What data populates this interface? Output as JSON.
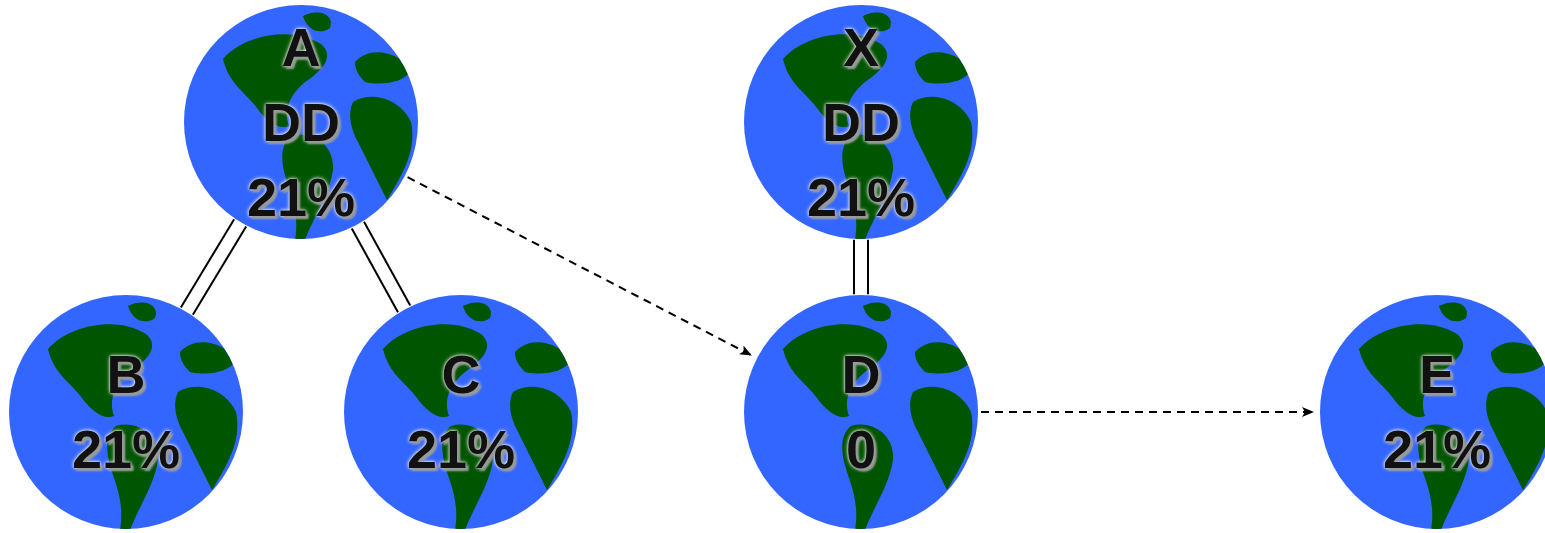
{
  "diagram": {
    "nodes": [
      {
        "text": [
          "A",
          "DD",
          "21%"
        ]
      },
      {
        "text": [
          "X",
          "DD",
          "21%"
        ]
      },
      {
        "text": [
          "B",
          "21%"
        ]
      },
      {
        "text": [
          "C",
          "21%"
        ]
      },
      {
        "text": [
          "D",
          "0"
        ]
      },
      {
        "text": [
          "E",
          "21%"
        ]
      }
    ],
    "edges": [
      {
        "from": 0,
        "to": 2,
        "arrow": "none"
      },
      {
        "from": 0,
        "to": 3,
        "arrow": "none"
      },
      {
        "from": 0,
        "to": 4,
        "arrow": "to"
      },
      {
        "from": 1,
        "to": 4,
        "arrow": "none"
      },
      {
        "from": 4,
        "to": 5,
        "arrow": "to"
      }
    ]
  }
}
